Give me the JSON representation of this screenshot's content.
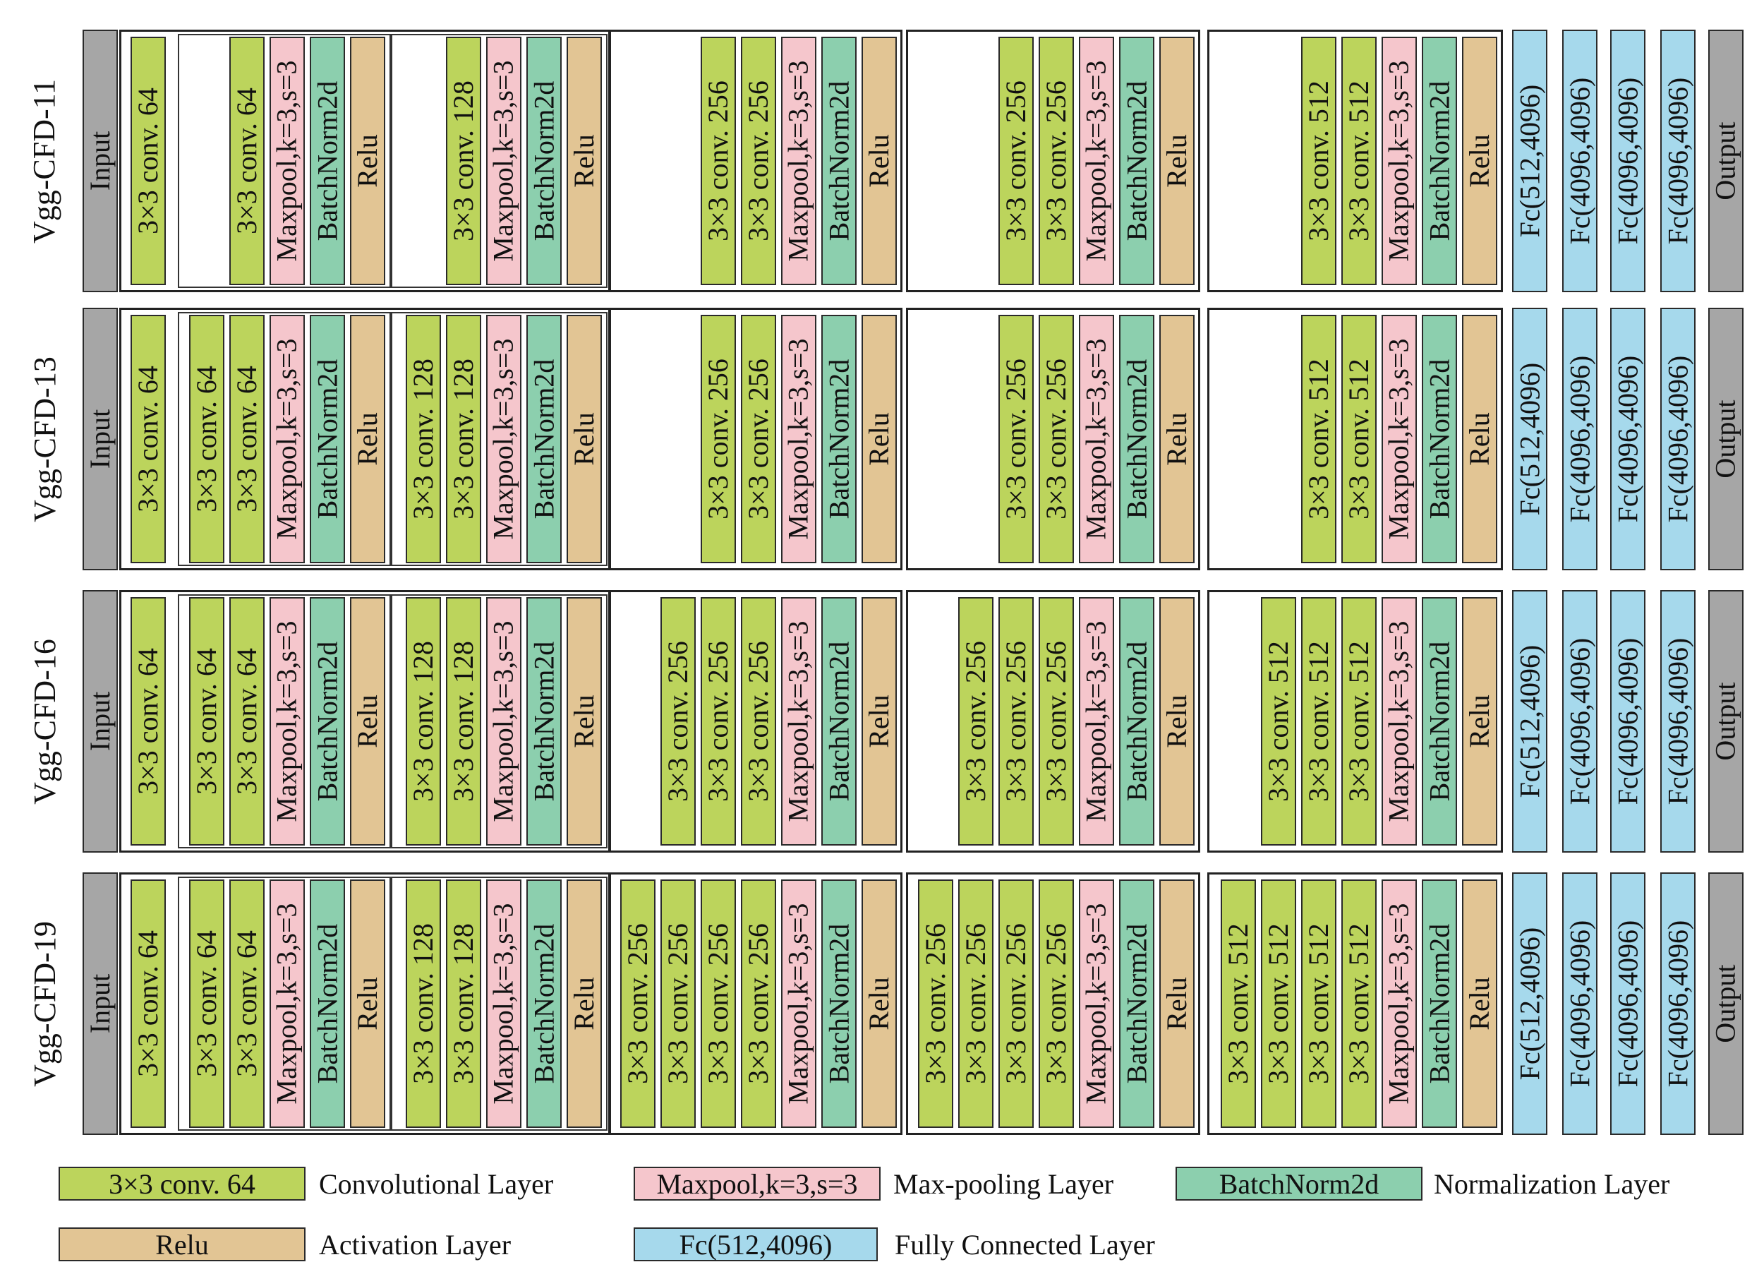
{
  "colors": {
    "conv": "#bcd45c",
    "maxpool": "#f5c6cc",
    "batchnorm": "#8ccfae",
    "relu": "#e2c594",
    "fc": "#a6d9ec",
    "io": "#a6a6a6"
  },
  "io": {
    "input": "Input",
    "output": "Output"
  },
  "rows": [
    {
      "name": "Vgg-CFD-11",
      "blocks": [
        {
          "layers": [
            {
              "type": "conv",
              "label": "3×3 conv. 64"
            }
          ]
        },
        {
          "layers": [
            {
              "type": "conv",
              "label": "3×3 conv. 64"
            },
            {
              "type": "maxpool",
              "label": "Maxpool,k=3,s=3"
            },
            {
              "type": "batchnorm",
              "label": "BatchNorm2d"
            },
            {
              "type": "relu",
              "label": "Relu"
            }
          ]
        },
        {
          "layers": [
            {
              "type": "conv",
              "label": "3×3 conv. 128"
            },
            {
              "type": "maxpool",
              "label": "Maxpool,k=3,s=3"
            },
            {
              "type": "batchnorm",
              "label": "BatchNorm2d"
            },
            {
              "type": "relu",
              "label": "Relu"
            }
          ]
        },
        {
          "layers": [
            {
              "type": "conv",
              "label": "3×3 conv. 256"
            },
            {
              "type": "conv",
              "label": "3×3 conv. 256"
            },
            {
              "type": "maxpool",
              "label": "Maxpool,k=3,s=3"
            },
            {
              "type": "batchnorm",
              "label": "BatchNorm2d"
            },
            {
              "type": "relu",
              "label": "Relu"
            }
          ]
        },
        {
          "layers": [
            {
              "type": "conv",
              "label": "3×3 conv. 256"
            },
            {
              "type": "conv",
              "label": "3×3 conv. 256"
            },
            {
              "type": "maxpool",
              "label": "Maxpool,k=3,s=3"
            },
            {
              "type": "batchnorm",
              "label": "BatchNorm2d"
            },
            {
              "type": "relu",
              "label": "Relu"
            }
          ]
        },
        {
          "layers": [
            {
              "type": "conv",
              "label": "3×3 conv. 512"
            },
            {
              "type": "conv",
              "label": "3×3 conv. 512"
            },
            {
              "type": "maxpool",
              "label": "Maxpool,k=3,s=3"
            },
            {
              "type": "batchnorm",
              "label": "BatchNorm2d"
            },
            {
              "type": "relu",
              "label": "Relu"
            }
          ]
        }
      ],
      "fc": [
        "Fc(512,4096)",
        "Fc(4096,4096)",
        "Fc(4096,4096)",
        "Fc(4096,4096)"
      ]
    },
    {
      "name": "Vgg-CFD-13",
      "blocks": [
        {
          "layers": [
            {
              "type": "conv",
              "label": "3×3 conv. 64"
            }
          ]
        },
        {
          "layers": [
            {
              "type": "conv",
              "label": "3×3 conv. 64"
            },
            {
              "type": "conv",
              "label": "3×3 conv. 64"
            },
            {
              "type": "maxpool",
              "label": "Maxpool,k=3,s=3"
            },
            {
              "type": "batchnorm",
              "label": "BatchNorm2d"
            },
            {
              "type": "relu",
              "label": "Relu"
            }
          ]
        },
        {
          "layers": [
            {
              "type": "conv",
              "label": "3×3 conv. 128"
            },
            {
              "type": "conv",
              "label": "3×3 conv. 128"
            },
            {
              "type": "maxpool",
              "label": "Maxpool,k=3,s=3"
            },
            {
              "type": "batchnorm",
              "label": "BatchNorm2d"
            },
            {
              "type": "relu",
              "label": "Relu"
            }
          ]
        },
        {
          "layers": [
            {
              "type": "conv",
              "label": "3×3 conv. 256"
            },
            {
              "type": "conv",
              "label": "3×3 conv. 256"
            },
            {
              "type": "maxpool",
              "label": "Maxpool,k=3,s=3"
            },
            {
              "type": "batchnorm",
              "label": "BatchNorm2d"
            },
            {
              "type": "relu",
              "label": "Relu"
            }
          ]
        },
        {
          "layers": [
            {
              "type": "conv",
              "label": "3×3 conv. 256"
            },
            {
              "type": "conv",
              "label": "3×3 conv. 256"
            },
            {
              "type": "maxpool",
              "label": "Maxpool,k=3,s=3"
            },
            {
              "type": "batchnorm",
              "label": "BatchNorm2d"
            },
            {
              "type": "relu",
              "label": "Relu"
            }
          ]
        },
        {
          "layers": [
            {
              "type": "conv",
              "label": "3×3 conv. 512"
            },
            {
              "type": "conv",
              "label": "3×3 conv. 512"
            },
            {
              "type": "maxpool",
              "label": "Maxpool,k=3,s=3"
            },
            {
              "type": "batchnorm",
              "label": "BatchNorm2d"
            },
            {
              "type": "relu",
              "label": "Relu"
            }
          ]
        }
      ],
      "fc": [
        "Fc(512,4096)",
        "Fc(4096,4096)",
        "Fc(4096,4096)",
        "Fc(4096,4096)"
      ]
    },
    {
      "name": "Vgg-CFD-16",
      "blocks": [
        {
          "layers": [
            {
              "type": "conv",
              "label": "3×3 conv. 64"
            }
          ]
        },
        {
          "layers": [
            {
              "type": "conv",
              "label": "3×3 conv. 64"
            },
            {
              "type": "conv",
              "label": "3×3 conv. 64"
            },
            {
              "type": "maxpool",
              "label": "Maxpool,k=3,s=3"
            },
            {
              "type": "batchnorm",
              "label": "BatchNorm2d"
            },
            {
              "type": "relu",
              "label": "Relu"
            }
          ]
        },
        {
          "layers": [
            {
              "type": "conv",
              "label": "3×3 conv. 128"
            },
            {
              "type": "conv",
              "label": "3×3 conv. 128"
            },
            {
              "type": "maxpool",
              "label": "Maxpool,k=3,s=3"
            },
            {
              "type": "batchnorm",
              "label": "BatchNorm2d"
            },
            {
              "type": "relu",
              "label": "Relu"
            }
          ]
        },
        {
          "layers": [
            {
              "type": "conv",
              "label": "3×3 conv. 256"
            },
            {
              "type": "conv",
              "label": "3×3 conv. 256"
            },
            {
              "type": "conv",
              "label": "3×3 conv. 256"
            },
            {
              "type": "maxpool",
              "label": "Maxpool,k=3,s=3"
            },
            {
              "type": "batchnorm",
              "label": "BatchNorm2d"
            },
            {
              "type": "relu",
              "label": "Relu"
            }
          ]
        },
        {
          "layers": [
            {
              "type": "conv",
              "label": "3×3 conv. 256"
            },
            {
              "type": "conv",
              "label": "3×3 conv. 256"
            },
            {
              "type": "conv",
              "label": "3×3 conv. 256"
            },
            {
              "type": "maxpool",
              "label": "Maxpool,k=3,s=3"
            },
            {
              "type": "batchnorm",
              "label": "BatchNorm2d"
            },
            {
              "type": "relu",
              "label": "Relu"
            }
          ]
        },
        {
          "layers": [
            {
              "type": "conv",
              "label": "3×3 conv. 512"
            },
            {
              "type": "conv",
              "label": "3×3 conv. 512"
            },
            {
              "type": "conv",
              "label": "3×3 conv. 512"
            },
            {
              "type": "maxpool",
              "label": "Maxpool,k=3,s=3"
            },
            {
              "type": "batchnorm",
              "label": "BatchNorm2d"
            },
            {
              "type": "relu",
              "label": "Relu"
            }
          ]
        }
      ],
      "fc": [
        "Fc(512,4096)",
        "Fc(4096,4096)",
        "Fc(4096,4096)",
        "Fc(4096,4096)"
      ]
    },
    {
      "name": "Vgg-CFD-19",
      "blocks": [
        {
          "layers": [
            {
              "type": "conv",
              "label": "3×3 conv. 64"
            }
          ]
        },
        {
          "layers": [
            {
              "type": "conv",
              "label": "3×3 conv. 64"
            },
            {
              "type": "conv",
              "label": "3×3 conv. 64"
            },
            {
              "type": "maxpool",
              "label": "Maxpool,k=3,s=3"
            },
            {
              "type": "batchnorm",
              "label": "BatchNorm2d"
            },
            {
              "type": "relu",
              "label": "Relu"
            }
          ]
        },
        {
          "layers": [
            {
              "type": "conv",
              "label": "3×3 conv. 128"
            },
            {
              "type": "conv",
              "label": "3×3 conv. 128"
            },
            {
              "type": "maxpool",
              "label": "Maxpool,k=3,s=3"
            },
            {
              "type": "batchnorm",
              "label": "BatchNorm2d"
            },
            {
              "type": "relu",
              "label": "Relu"
            }
          ]
        },
        {
          "layers": [
            {
              "type": "conv",
              "label": "3×3 conv. 256"
            },
            {
              "type": "conv",
              "label": "3×3 conv. 256"
            },
            {
              "type": "conv",
              "label": "3×3 conv. 256"
            },
            {
              "type": "conv",
              "label": "3×3 conv. 256"
            },
            {
              "type": "maxpool",
              "label": "Maxpool,k=3,s=3"
            },
            {
              "type": "batchnorm",
              "label": "BatchNorm2d"
            },
            {
              "type": "relu",
              "label": "Relu"
            }
          ]
        },
        {
          "layers": [
            {
              "type": "conv",
              "label": "3×3 conv. 256"
            },
            {
              "type": "conv",
              "label": "3×3 conv. 256"
            },
            {
              "type": "conv",
              "label": "3×3 conv. 256"
            },
            {
              "type": "conv",
              "label": "3×3 conv. 256"
            },
            {
              "type": "maxpool",
              "label": "Maxpool,k=3,s=3"
            },
            {
              "type": "batchnorm",
              "label": "BatchNorm2d"
            },
            {
              "type": "relu",
              "label": "Relu"
            }
          ]
        },
        {
          "layers": [
            {
              "type": "conv",
              "label": "3×3 conv. 512"
            },
            {
              "type": "conv",
              "label": "3×3 conv. 512"
            },
            {
              "type": "conv",
              "label": "3×3 conv. 512"
            },
            {
              "type": "conv",
              "label": "3×3 conv. 512"
            },
            {
              "type": "maxpool",
              "label": "Maxpool,k=3,s=3"
            },
            {
              "type": "batchnorm",
              "label": "BatchNorm2d"
            },
            {
              "type": "relu",
              "label": "Relu"
            }
          ]
        }
      ],
      "fc": [
        "Fc(512,4096)",
        "Fc(4096,4096)",
        "Fc(4096,4096)",
        "Fc(4096,4096)"
      ]
    }
  ],
  "legend": [
    {
      "type": "conv",
      "swatch": "3×3 conv. 64",
      "text": "Convolutional Layer"
    },
    {
      "type": "maxpool",
      "swatch": "Maxpool,k=3,s=3",
      "text": "Max-pooling Layer"
    },
    {
      "type": "batchnorm",
      "swatch": "BatchNorm2d",
      "text": "Normalization Layer"
    },
    {
      "type": "relu",
      "swatch": "Relu",
      "text": "Activation Layer"
    },
    {
      "type": "fc",
      "swatch": "Fc(512,4096)",
      "text": "Fully Connected Layer"
    }
  ]
}
